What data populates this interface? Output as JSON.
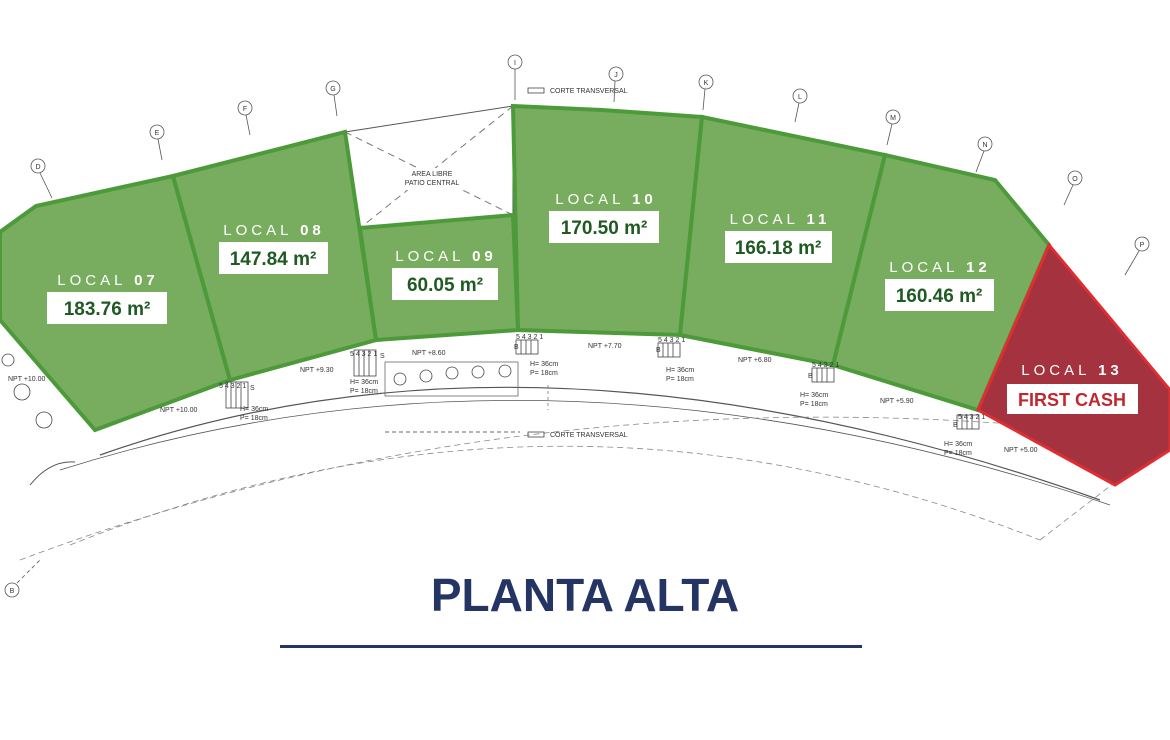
{
  "title": "PLANTA ALTA",
  "colors": {
    "unit_fill": "#78ad60",
    "unit_stroke": "#4c9a3a",
    "highlight_fill": "#a4333f",
    "highlight_stroke": "#e02d31",
    "title": "#243463"
  },
  "central_patio": {
    "line1": "AREA LIBRE",
    "line2": "PATIO CENTRAL"
  },
  "section_marker": "CORTE TRANSVERSAL",
  "units": [
    {
      "word": "LOCAL",
      "number": "07",
      "area": "183.76 m²"
    },
    {
      "word": "LOCAL",
      "number": "08",
      "area": "147.84 m²"
    },
    {
      "word": "LOCAL",
      "number": "09",
      "area": "60.05 m²"
    },
    {
      "word": "LOCAL",
      "number": "10",
      "area": "170.50 m²"
    },
    {
      "word": "LOCAL",
      "number": "11",
      "area": "166.18 m²"
    },
    {
      "word": "LOCAL",
      "number": "12",
      "area": "160.46 m²"
    },
    {
      "word": "LOCAL",
      "number": "13",
      "tenant": "FIRST CASH"
    }
  ],
  "grid_axes": [
    "B",
    "D",
    "E",
    "F",
    "G",
    "I",
    "J",
    "K",
    "L",
    "M",
    "N",
    "O",
    "P"
  ],
  "levels": [
    "NPT +10.00",
    "NPT +10.00",
    "NPT +9.30",
    "NPT +8.60",
    "NPT +7.70",
    "NPT +6.80",
    "NPT +5.90",
    "NPT +5.00"
  ],
  "stairs": {
    "steps": "5 4 3 2 1",
    "start": "B",
    "end": "S",
    "height": "H= 36cm",
    "tread": "P= 18cm"
  }
}
